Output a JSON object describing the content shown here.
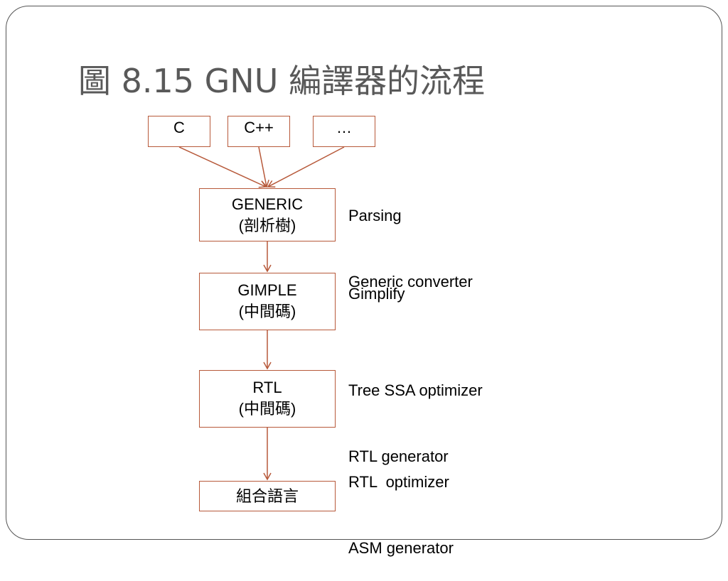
{
  "title": "圖 8.15 GNU 編譯器的流程",
  "colors": {
    "box_border": "#b7593a",
    "arrow": "#b7593a",
    "title_text": "#595959",
    "body_text": "#000000"
  },
  "inputs": [
    {
      "label": "C"
    },
    {
      "label": "C++"
    },
    {
      "label": "…"
    }
  ],
  "stages": [
    {
      "line1": "GENERIC",
      "line2": "(剖析樹)"
    },
    {
      "line1": "GIMPLE",
      "line2": "(中間碼)"
    },
    {
      "line1": "RTL",
      "line2": "(中間碼)"
    },
    {
      "line1": "組合語言",
      "line2": ""
    }
  ],
  "notes": [
    {
      "lines": [
        "Parsing",
        "Generic converter"
      ]
    },
    {
      "lines": [
        "Gimplify"
      ]
    },
    {
      "lines": [
        "Tree SSA optimizer",
        "RTL generator"
      ]
    },
    {
      "lines": [
        "RTL  optimizer",
        "ASM generator"
      ]
    }
  ]
}
